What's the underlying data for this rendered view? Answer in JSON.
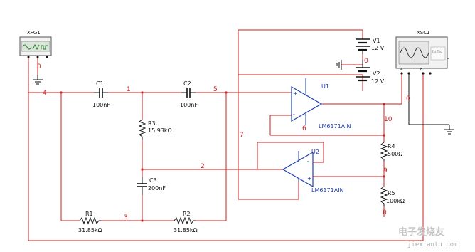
{
  "instruments": {
    "function_generator": {
      "label": "XFG1"
    },
    "oscilloscope": {
      "label": "XSC1",
      "ext_trig_label": "Ext Trig",
      "channel_a": "A",
      "channel_b": "B"
    }
  },
  "components": {
    "c1": {
      "name": "C1",
      "value": "100nF"
    },
    "c2": {
      "name": "C2",
      "value": "100nF"
    },
    "c3": {
      "name": "C3",
      "value": "200nF"
    },
    "r1": {
      "name": "R1",
      "value": "31.85kΩ"
    },
    "r2": {
      "name": "R2",
      "value": "31.85kΩ"
    },
    "r3": {
      "name": "R3",
      "value": "15.93kΩ"
    },
    "r4": {
      "name": "R4",
      "value": "500Ω"
    },
    "r5": {
      "name": "R5",
      "value": "100kΩ"
    },
    "v1": {
      "name": "V1",
      "value": "12 V"
    },
    "v2": {
      "name": "V2",
      "value": "12 V"
    },
    "u1": {
      "name": "U1",
      "part": "LM6171AIN"
    },
    "u2": {
      "name": "U2",
      "part": "LM6171AIN"
    }
  },
  "nodes": {
    "n0_gen": "0",
    "n0_supply": "0",
    "n0_scope": "0",
    "n0_r5": "0",
    "n1": "1",
    "n2": "2",
    "n3": "3",
    "n4": "4",
    "n5": "5",
    "n6": "6",
    "n7": "7",
    "n9": "9",
    "n10": "10"
  },
  "opamp_pins": {
    "plus": "+",
    "minus": "-"
  },
  "watermark": {
    "main": "电子发烧友",
    "sub": "jiexiantu.com"
  }
}
